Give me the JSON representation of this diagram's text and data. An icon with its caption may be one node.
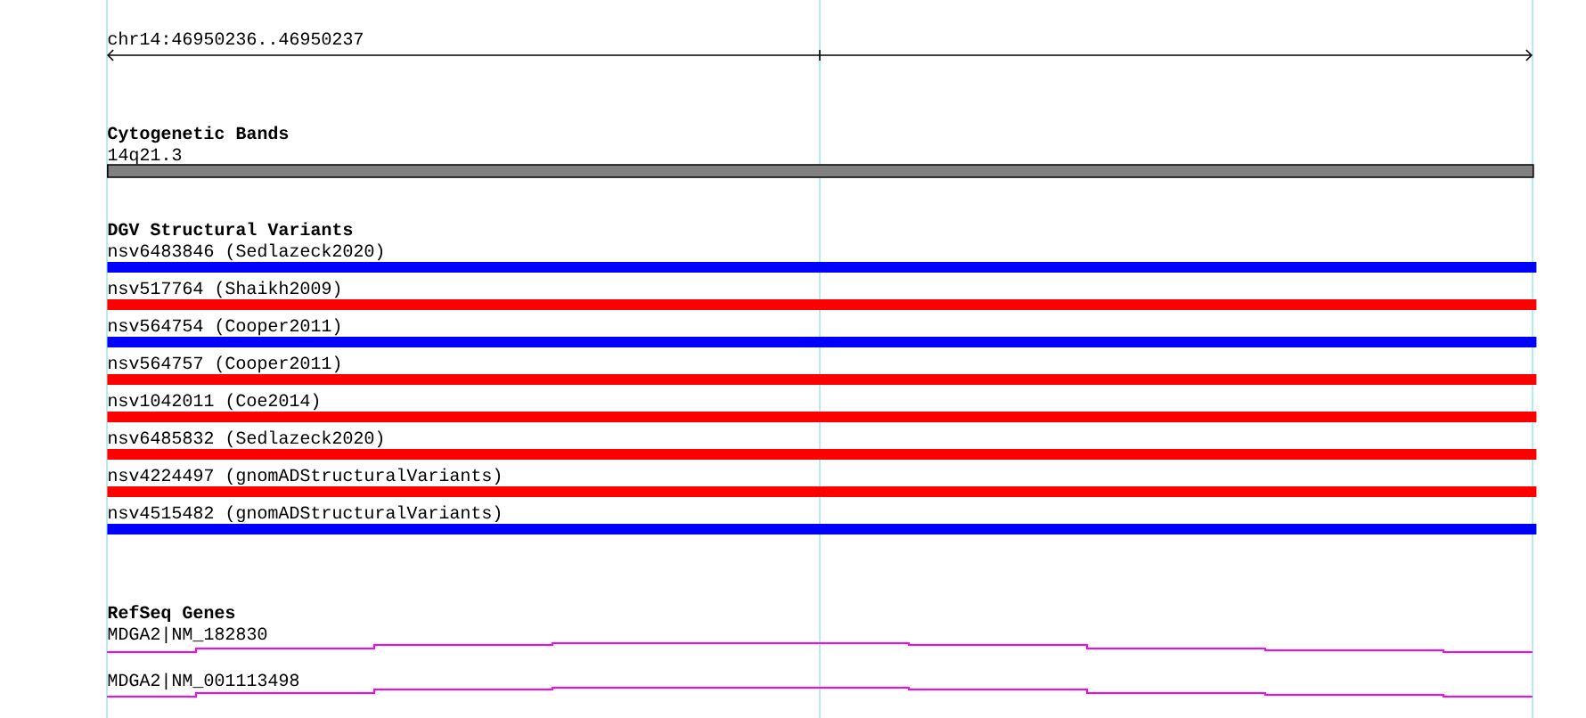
{
  "diagram": {
    "nodes": [
      {
        "text": [
          "14q21.3"
        ]
      },
      {
        "text": [
          "nsv6483846 (Sedlazeck2020)"
        ]
      },
      {
        "text": [
          "nsv517764 (Shaikh2009)"
        ]
      },
      {
        "text": [
          "nsv564754 (Cooper2011)"
        ]
      },
      {
        "text": [
          "nsv564757 (Cooper2011)"
        ]
      },
      {
        "text": [
          "nsv1042011 (Coe2014)"
        ]
      },
      {
        "text": [
          "nsv6485832 (Sedlazeck2020)"
        ]
      },
      {
        "text": [
          "nsv4224497 (gnomADStructuralVariants)"
        ]
      },
      {
        "text": [
          "nsv4515482 (gnomADStructuralVariants)"
        ]
      },
      {
        "text": [
          "MDGA2|NM_182830"
        ]
      },
      {
        "text": [
          "MDGA2|NM_001113498"
        ]
      }
    ],
    "labels": [
      "chr14:46950236..46950237",
      "Cytogenetic Bands",
      "DGV Structural Variants",
      "RefSeq Genes"
    ]
  }
}
